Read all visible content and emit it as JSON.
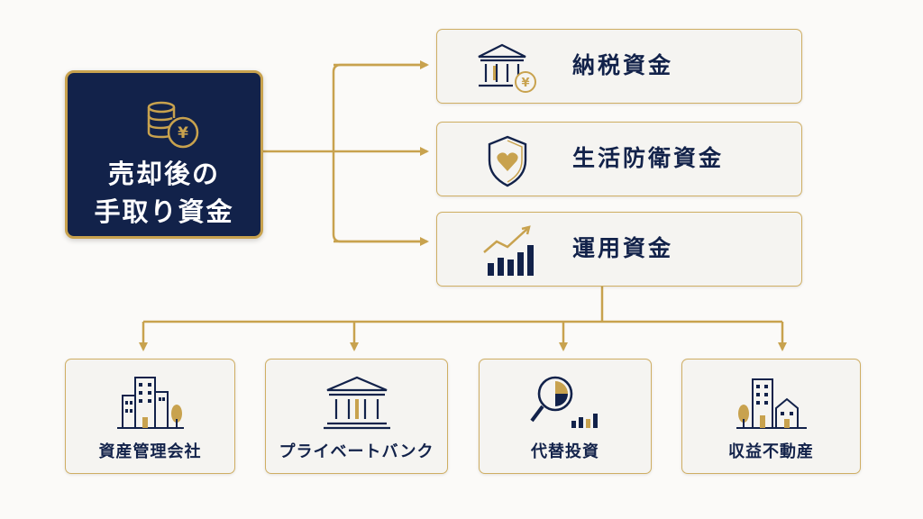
{
  "source": {
    "title_line1": "売却後の",
    "title_line2": "手取り資金",
    "icon": "yen-coins-icon"
  },
  "targets": [
    {
      "label": "納税資金",
      "icon": "bank-yen-icon"
    },
    {
      "label": "生活防衛資金",
      "icon": "shield-heart-icon"
    },
    {
      "label": "運用資金",
      "icon": "growth-chart-icon"
    }
  ],
  "options": [
    {
      "label": "資産管理会社",
      "icon": "office-buildings-icon"
    },
    {
      "label": "プライベートバンク",
      "icon": "bank-building-icon"
    },
    {
      "label": "代替投資",
      "icon": "magnifier-chart-icon"
    },
    {
      "label": "収益不動産",
      "icon": "real-estate-icon"
    }
  ],
  "colors": {
    "navy": "#12224a",
    "gold": "#c8a24e",
    "card_background": "#f5f4f1",
    "page_background": "#fbfaf8"
  }
}
